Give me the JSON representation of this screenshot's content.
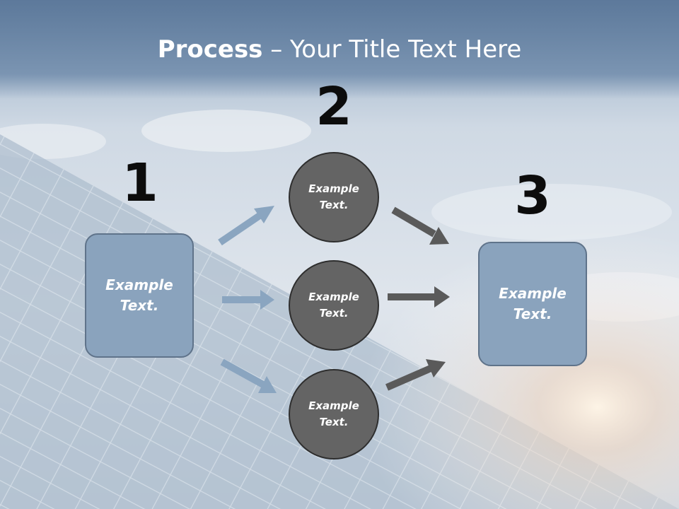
{
  "title": {
    "strong": "Process",
    "rest": " – Your Title Text Here"
  },
  "steps": {
    "one": "1",
    "two": "2",
    "three": "3"
  },
  "left_box": {
    "line1": "Example",
    "line2": "Text."
  },
  "right_box": {
    "line1": "Example",
    "line2": "Text."
  },
  "circles": [
    {
      "line1": "Example",
      "line2": "Text."
    },
    {
      "line1": "Example",
      "line2": "Text."
    },
    {
      "line1": "Example",
      "line2": "Text."
    }
  ],
  "colors": {
    "box_fill": "#8aa3bd",
    "circle_fill": "#646464",
    "arrow_blue": "#8aa5c0",
    "arrow_gray": "#5a5a5a",
    "title_band": "#5a7697"
  }
}
